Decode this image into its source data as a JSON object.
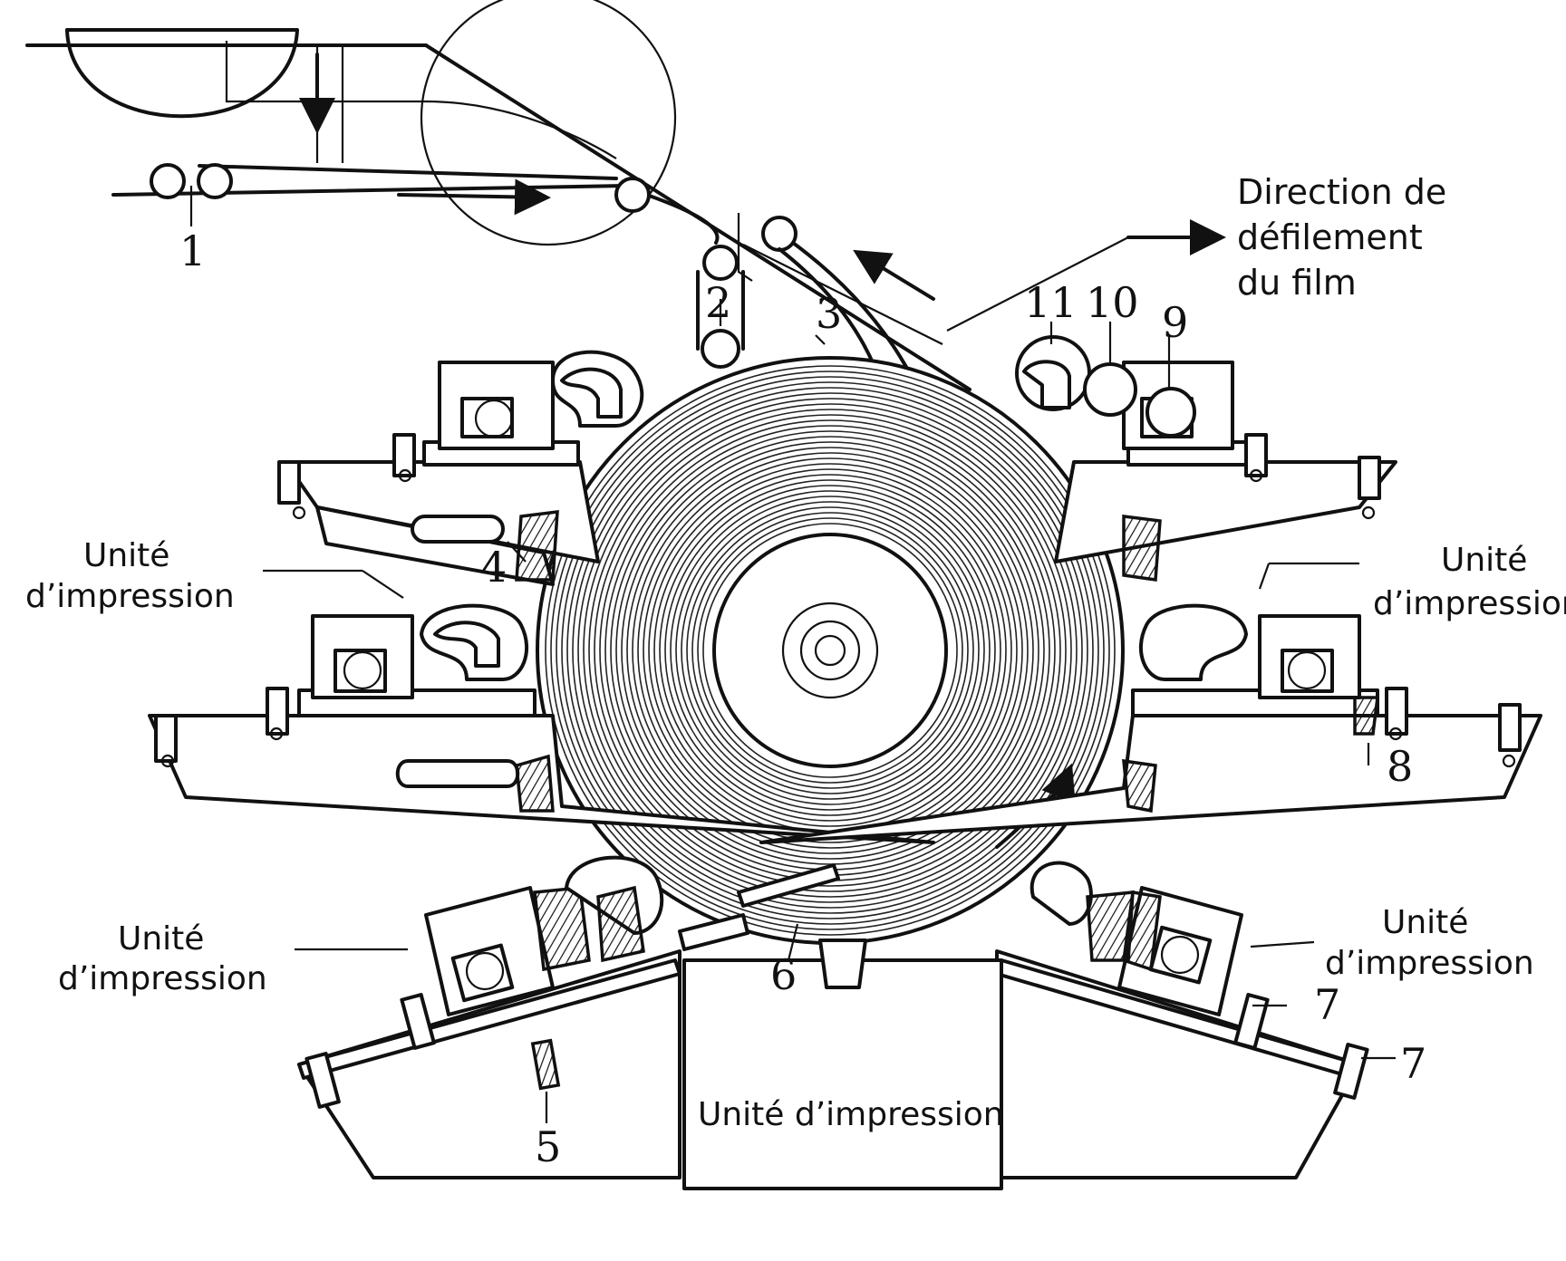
{
  "labels": {
    "direction": [
      "Direction de",
      "défilement",
      "du film"
    ],
    "unit_upper_left": [
      "Unité",
      "d’impression"
    ],
    "unit_upper_right": [
      "Unité",
      "d’impression"
    ],
    "unit_lower_left": [
      "Unité",
      "d’impression"
    ],
    "unit_lower_right": [
      "Unité",
      "d’impression"
    ],
    "unit_bottom": "Unité d’impression"
  },
  "numbers": {
    "n1": "1",
    "n2": "2",
    "n3": "3",
    "n4": "4",
    "n5": "5",
    "n6": "6",
    "n7a": "7",
    "n7b": "7",
    "n8": "8",
    "n9": "9",
    "n10": "10",
    "n11": "11"
  },
  "colors": {
    "line": "#111111",
    "background": "#ffffff"
  }
}
